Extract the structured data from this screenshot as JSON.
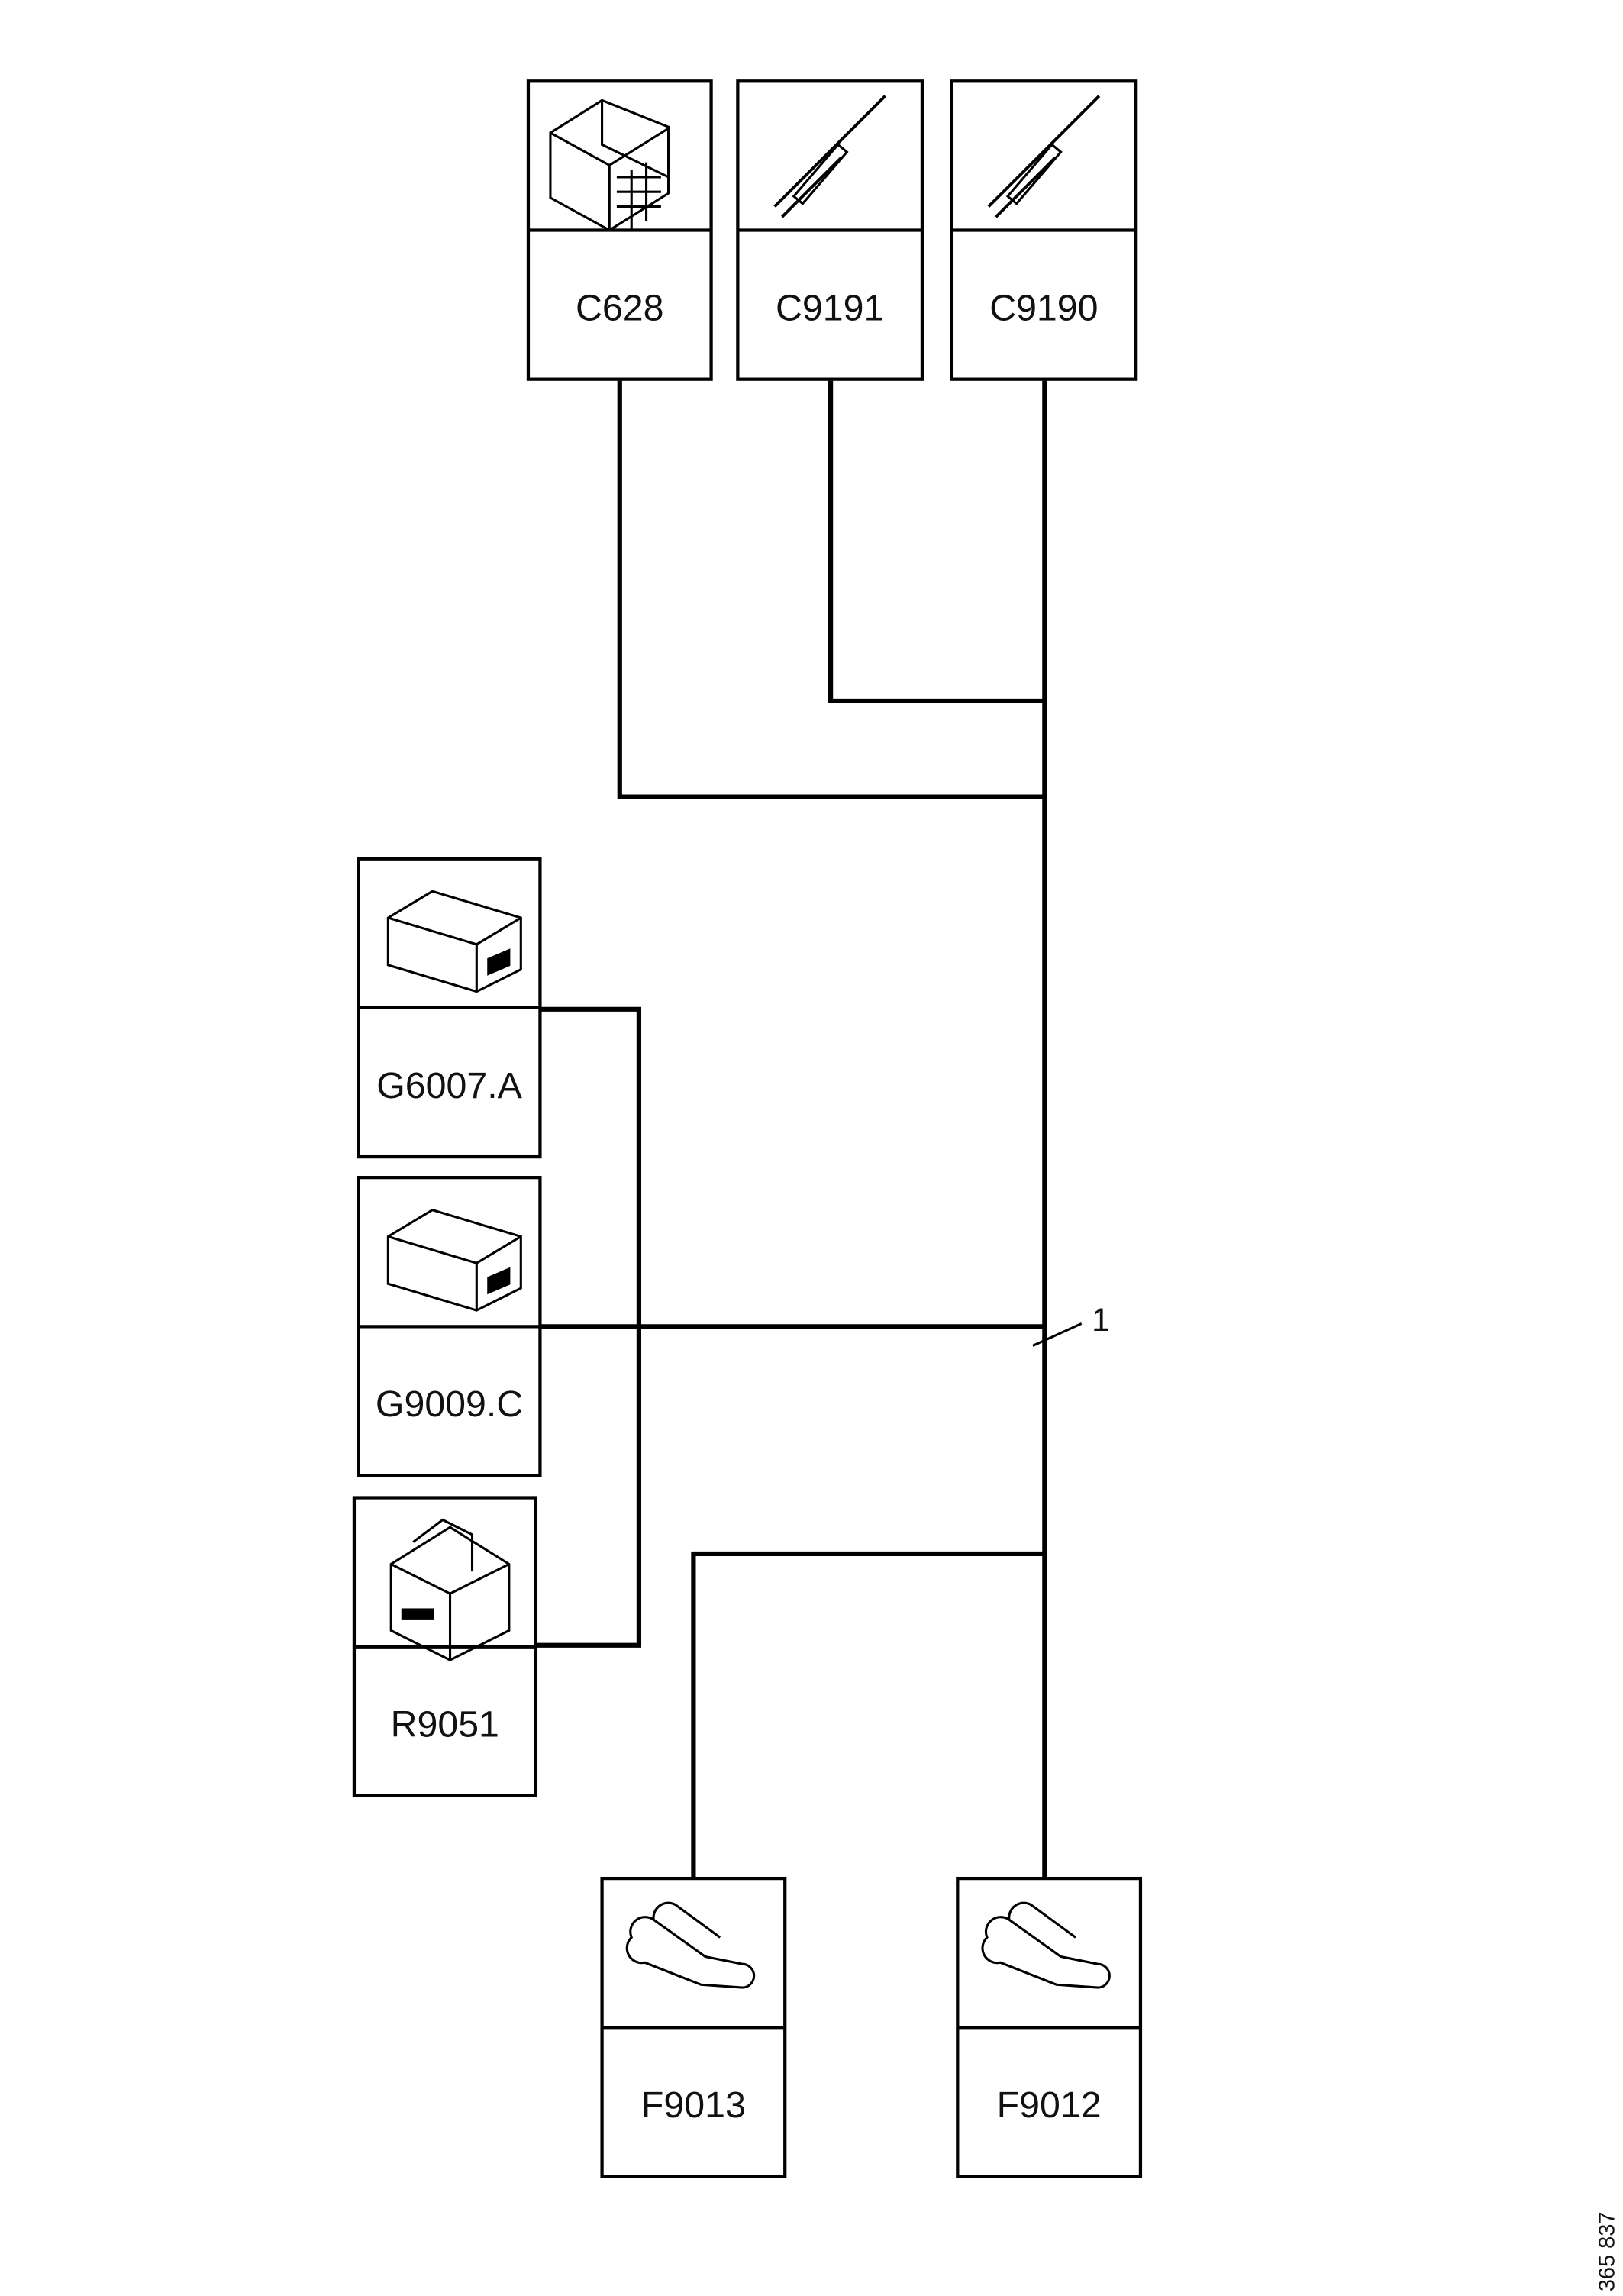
{
  "components": [
    {
      "id": "C628",
      "icon": "multi-pin-connector-icon"
    },
    {
      "id": "C9191",
      "icon": "wire-splice-icon"
    },
    {
      "id": "C9190",
      "icon": "wire-splice-icon"
    },
    {
      "id": "G6007.A",
      "icon": "two-way-connector-icon"
    },
    {
      "id": "G9009.C",
      "icon": "two-way-connector-icon"
    },
    {
      "id": "R9051",
      "icon": "relay-holder-icon"
    },
    {
      "id": "F9013",
      "icon": "fuse-terminal-icon"
    },
    {
      "id": "F9012",
      "icon": "fuse-terminal-icon"
    }
  ],
  "wire_marker": "1",
  "figure_number": "365 837"
}
